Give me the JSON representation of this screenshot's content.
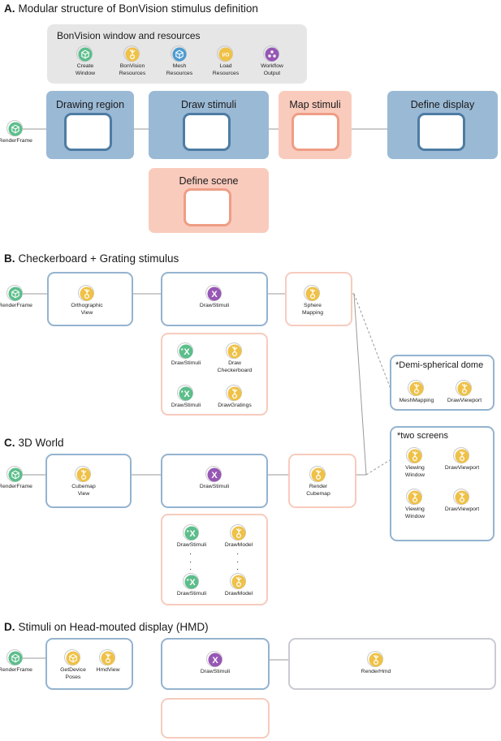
{
  "panels": {
    "a": {
      "letter": "A.",
      "title": "Modular structure of BonVision stimulus definition"
    },
    "b": {
      "letter": "B.",
      "title": "Checkerboard + Grating stimulus"
    },
    "c": {
      "letter": "C.",
      "title": "3D World"
    },
    "d": {
      "letter": "D.",
      "title": "Stimuli on Head-mouted display (HMD)"
    }
  },
  "a": {
    "resources_title": "BonVision window and resources",
    "resources": [
      {
        "line1": "Create",
        "line2": "Window",
        "icon": "cube-icon"
      },
      {
        "line1": "BonVision",
        "line2": "Resources",
        "icon": "bonvision-icon"
      },
      {
        "line1": "Mesh",
        "line2": "Resources",
        "icon": "cube-icon"
      },
      {
        "line1": "Load",
        "line2": "Resources",
        "icon": "io-icon"
      },
      {
        "line1": "Workflow",
        "line2": "Output",
        "icon": "workflow-output-icon"
      }
    ],
    "render_frame": "RenderFrame",
    "drawing_region": "Drawing region",
    "draw_stimuli": "Draw stimuli",
    "map_stimuli": "Map stimuli",
    "define_display": "Define display",
    "define_scene": "Define scene"
  },
  "b": {
    "render_frame": "RenderFrame",
    "ortho_l1": "Orthographic",
    "ortho_l2": "View",
    "draw_stimuli": "DrawStimuli",
    "sphere_l1": "Sphere",
    "sphere_l2": "Mapping",
    "sub_draw_stimuli_1": "DrawStimuli",
    "draw_checker_l1": "Draw",
    "draw_checker_l2": "Checkerboard",
    "sub_draw_stimuli_2": "DrawStimuli",
    "draw_gratings": "DrawGratings"
  },
  "dome": {
    "title": "*Demi-spherical dome",
    "mesh_mapping": "MeshMapping",
    "draw_viewport": "DrawViewport"
  },
  "screens": {
    "title": "*two screens",
    "viewing_l1": "Viewing",
    "viewing_l2": "Window",
    "draw_viewport_1": "DrawViewport",
    "viewing2_l1": "Viewing",
    "viewing2_l2": "Window",
    "draw_viewport_2": "DrawViewport"
  },
  "c": {
    "render_frame": "RenderFrame",
    "cubemap_l1": "Cubemap",
    "cubemap_l2": "View",
    "draw_stimuli": "DrawStimuli",
    "render_cube_l1": "Render",
    "render_cube_l2": "Cubemap",
    "sub_draw_stimuli_1": "DrawStimuli",
    "draw_model_1": "DrawModel",
    "dots": "·",
    "sub_draw_stimuli_2": "DrawStimuli",
    "draw_model_2": "DrawModel"
  },
  "d": {
    "render_frame": "RenderFrame",
    "get_poses_l1": "GetDevice",
    "get_poses_l2": "Poses",
    "hmd_view": "HmdView",
    "draw_stimuli": "DrawStimuli",
    "render_hmd": "RenderHmd"
  },
  "colors": {
    "green": "#5cbe8b",
    "yellow": "#efc147",
    "blue": "#4d9bd1",
    "purple": "#9757b5",
    "frame_blue": "#94b3cf",
    "frame_salmon": "#f7cbbd",
    "fill_blue": "#9ab9d5",
    "fill_salmon": "#f9cbbd"
  }
}
